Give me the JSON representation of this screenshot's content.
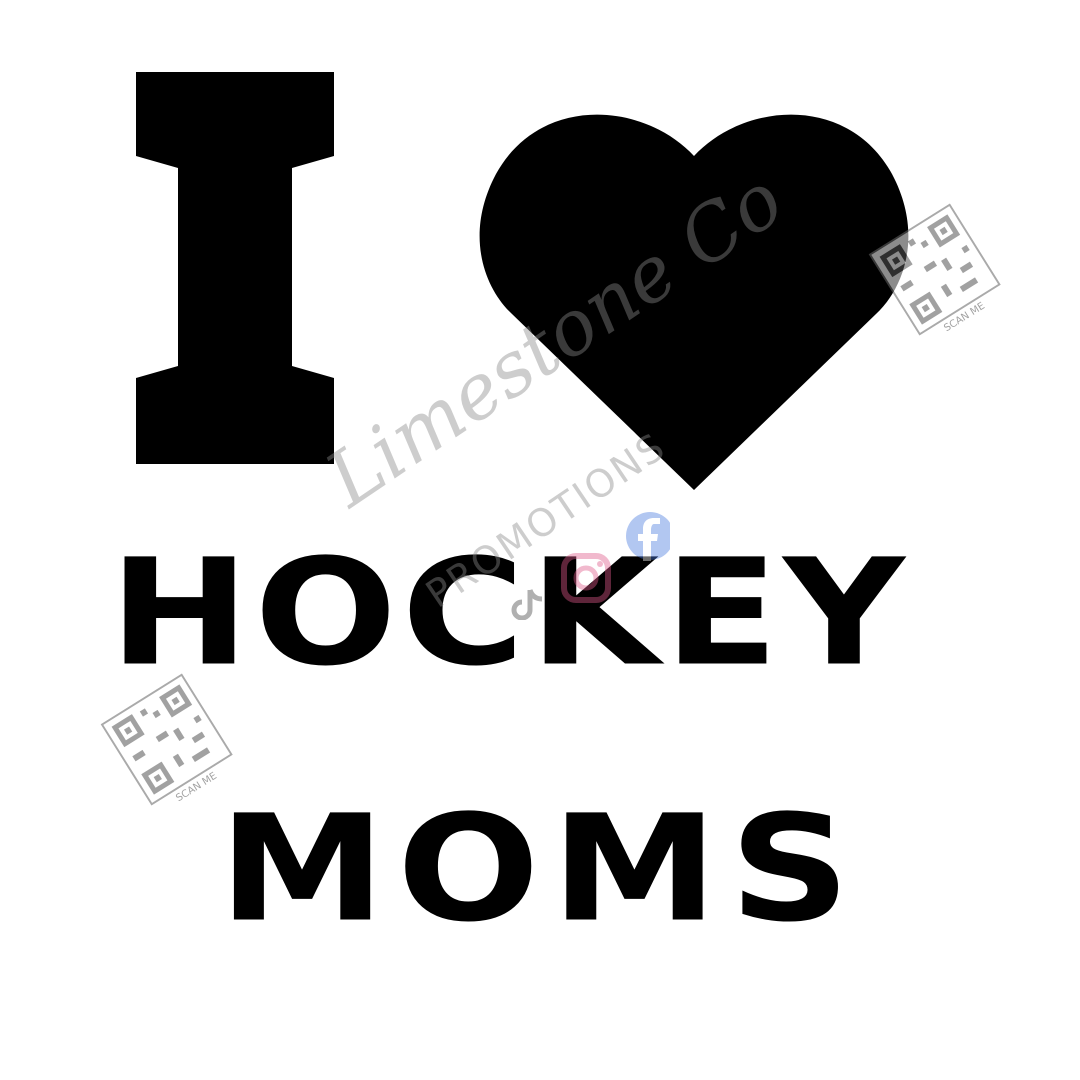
{
  "design": {
    "letter_i": "I",
    "heart_icon": "heart-icon",
    "line_1": "HOCKEY",
    "line_2": "MOMS",
    "text_color": "#000000",
    "background_color": "#ffffff"
  },
  "watermark": {
    "script_text": "Limestone Co",
    "tagline": "PROMOTIONS",
    "icons": [
      "facebook-icon",
      "instagram-icon",
      "tiktok-icon"
    ],
    "qr_codes": [
      {
        "icon": "qr-code-icon",
        "label": "SCAN ME"
      },
      {
        "icon": "qr-code-icon",
        "label": "SCAN ME"
      }
    ]
  }
}
